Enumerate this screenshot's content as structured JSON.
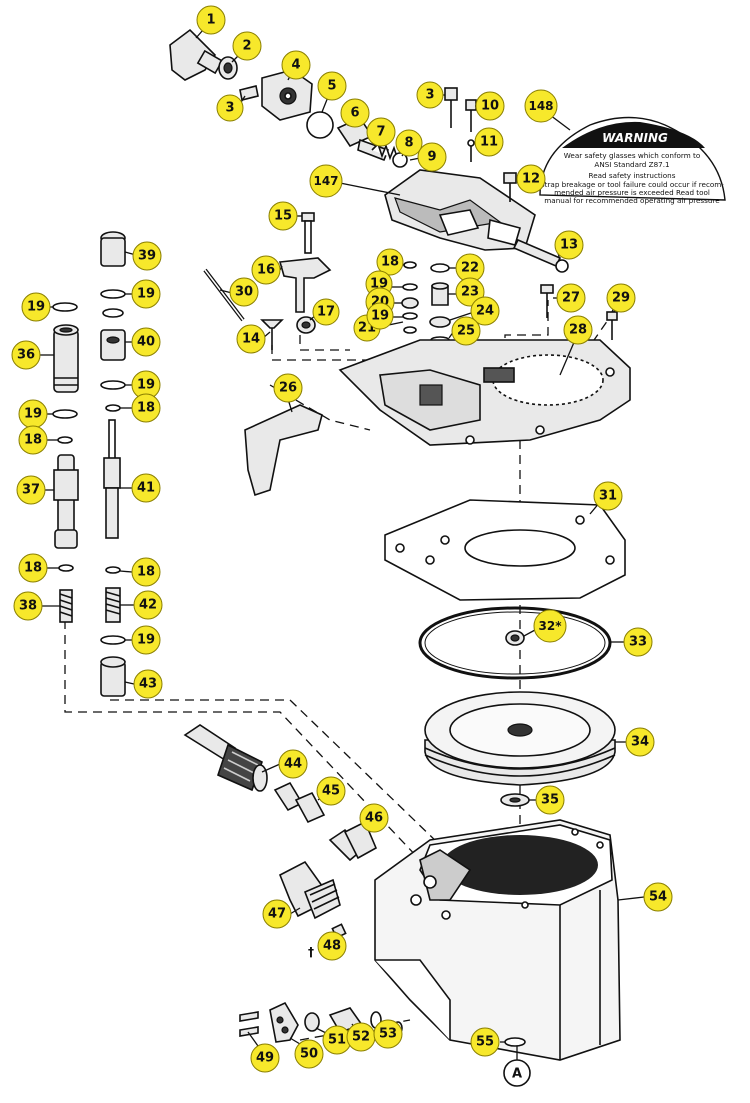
{
  "warning_label": {
    "heading": "WARNING",
    "lines": [
      "Wear safety glasses which conform to",
      "ANSI Standard Z87.1",
      "Read safety instructions",
      "Strap breakage or tool failure could occur if recom-",
      "mended air pressure is exceeded   Read tool",
      "manual for recommended operating air pressure"
    ]
  },
  "reference_marker": "A",
  "callouts": [
    {
      "id": "c1",
      "label": "1"
    },
    {
      "id": "c2",
      "label": "2"
    },
    {
      "id": "c3a",
      "label": "3"
    },
    {
      "id": "c4",
      "label": "4"
    },
    {
      "id": "c5",
      "label": "5"
    },
    {
      "id": "c6",
      "label": "6"
    },
    {
      "id": "c7",
      "label": "7"
    },
    {
      "id": "c8",
      "label": "8"
    },
    {
      "id": "c9",
      "label": "9"
    },
    {
      "id": "c3b",
      "label": "3"
    },
    {
      "id": "c10",
      "label": "10"
    },
    {
      "id": "c11",
      "label": "11"
    },
    {
      "id": "c12",
      "label": "12"
    },
    {
      "id": "c148",
      "label": "148"
    },
    {
      "id": "c147",
      "label": "147"
    },
    {
      "id": "c13",
      "label": "13"
    },
    {
      "id": "c15",
      "label": "15"
    },
    {
      "id": "c39",
      "label": "39"
    },
    {
      "id": "c16",
      "label": "16"
    },
    {
      "id": "c18a",
      "label": "18"
    },
    {
      "id": "c22",
      "label": "22"
    },
    {
      "id": "c19a",
      "label": "19"
    },
    {
      "id": "c19b",
      "label": "19"
    },
    {
      "id": "c19c",
      "label": "19"
    },
    {
      "id": "c30",
      "label": "30"
    },
    {
      "id": "c20",
      "label": "20"
    },
    {
      "id": "c23",
      "label": "23"
    },
    {
      "id": "c27",
      "label": "27"
    },
    {
      "id": "c29",
      "label": "29"
    },
    {
      "id": "c36",
      "label": "36"
    },
    {
      "id": "c17",
      "label": "17"
    },
    {
      "id": "c24",
      "label": "24"
    },
    {
      "id": "c21",
      "label": "21"
    },
    {
      "id": "c19d",
      "label": "19"
    },
    {
      "id": "c25",
      "label": "25"
    },
    {
      "id": "c28",
      "label": "28"
    },
    {
      "id": "c14",
      "label": "14"
    },
    {
      "id": "c40",
      "label": "40"
    },
    {
      "id": "c19e",
      "label": "19"
    },
    {
      "id": "c26",
      "label": "26"
    },
    {
      "id": "c19f",
      "label": "19"
    },
    {
      "id": "c18b",
      "label": "18"
    },
    {
      "id": "c18c",
      "label": "18"
    },
    {
      "id": "c37",
      "label": "37"
    },
    {
      "id": "c41",
      "label": "41"
    },
    {
      "id": "c31",
      "label": "31"
    },
    {
      "id": "c18d",
      "label": "18"
    },
    {
      "id": "c18e",
      "label": "18"
    },
    {
      "id": "c38",
      "label": "38"
    },
    {
      "id": "c42",
      "label": "42"
    },
    {
      "id": "c32",
      "label": "32*"
    },
    {
      "id": "c33",
      "label": "33"
    },
    {
      "id": "c19g",
      "label": "19"
    },
    {
      "id": "c43",
      "label": "43"
    },
    {
      "id": "c34",
      "label": "34"
    },
    {
      "id": "c44",
      "label": "44"
    },
    {
      "id": "c45",
      "label": "45"
    },
    {
      "id": "c35",
      "label": "35"
    },
    {
      "id": "c46",
      "label": "46"
    },
    {
      "id": "c54",
      "label": "54"
    },
    {
      "id": "c47",
      "label": "47"
    },
    {
      "id": "c48",
      "label": "48"
    },
    {
      "id": "c49",
      "label": "49"
    },
    {
      "id": "c50",
      "label": "50"
    },
    {
      "id": "c51",
      "label": "51"
    },
    {
      "id": "c52",
      "label": "52"
    },
    {
      "id": "c53",
      "label": "53"
    },
    {
      "id": "c55",
      "label": "55"
    }
  ],
  "marks": {
    "dagger": "†"
  },
  "colors": {
    "callout_fill": "#f7e82b",
    "ink": "#111111"
  }
}
